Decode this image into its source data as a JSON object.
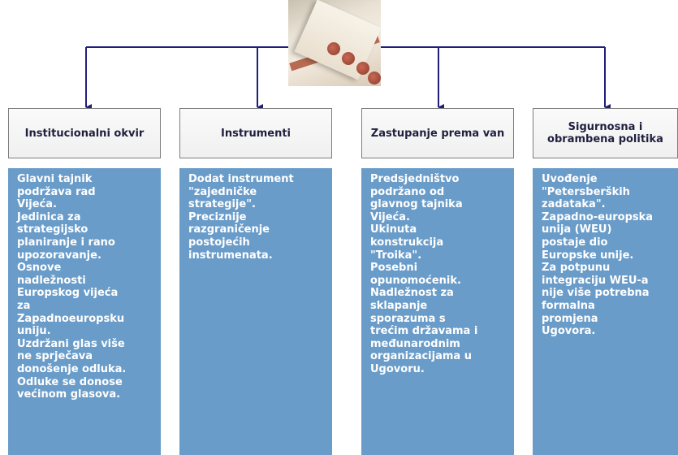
{
  "image": {
    "icon": "book-with-seals-photo"
  },
  "columns": [
    {
      "title": "Institucionalni okvir",
      "lines": [
        "Glavni tajnik",
        "podržava rad",
        "Vijeća.",
        "Jedinica za",
        "strategijsko",
        "planiranje i rano",
        "upozoravanje.",
        "Osnove",
        "nadležnosti",
        "Europskog vijeća",
        "za",
        "Zapadnoeuropsku",
        "uniju.",
        "Uzdržani glas više",
        "ne sprječava",
        "donošenje odluka.",
        "Odluke se donose",
        "većinom glasova."
      ]
    },
    {
      "title": "Instrumenti",
      "lines": [
        "Dodat instrument",
        "\"zajedničke",
        "strategije\".",
        "Preciznije",
        "razgraničenje",
        "postojećih",
        "instrumenata."
      ]
    },
    {
      "title": "Zastupanje prema van",
      "lines": [
        "Predsjedništvo",
        "podržano od",
        "glavnog tajnika",
        "Vijeća.",
        "Ukinuta",
        "konstrukcija",
        "\"Troika\".",
        "Posebni",
        "opunomoćenik.",
        "Nadležnost za",
        "sklapanje",
        "sporazuma s",
        "trećim državama i",
        "međunarodnim",
        "organizacijama u",
        "Ugovoru."
      ]
    },
    {
      "title": "Sigurnosna i obrambena politika",
      "lines": [
        "Uvođenje",
        "\"Petersberških",
        "zadataka\".",
        "Zapadno-europska",
        "unija (WEU)",
        "postaje dio",
        "Europske unije.",
        "Za potpunu",
        "integraciju WEU-a",
        "nije više potrebna",
        "formalna",
        "promjena",
        "Ugovora."
      ]
    }
  ],
  "colors": {
    "connector": "#1f1f7a",
    "content_bg": "#6a9cc9",
    "content_text": "#ffffff",
    "header_border": "#7d7d7d"
  }
}
